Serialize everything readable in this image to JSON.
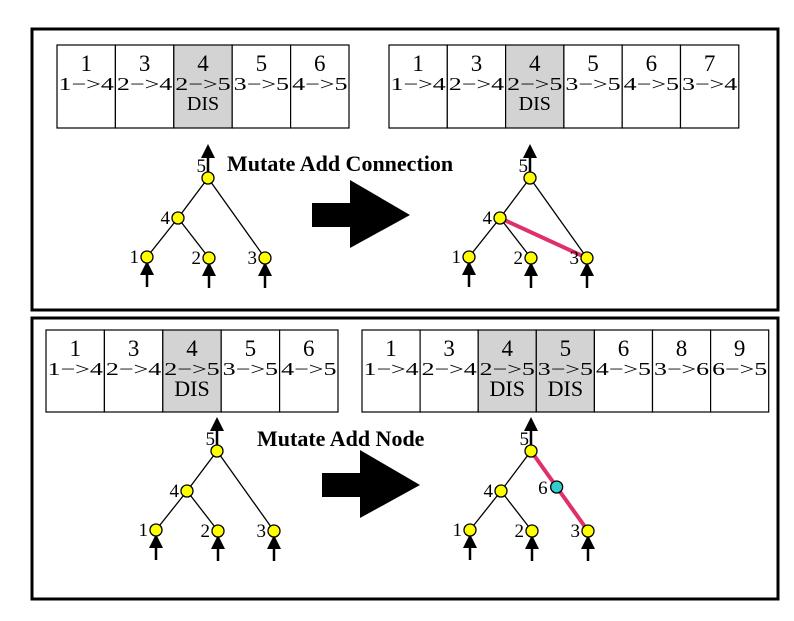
{
  "panels": [
    {
      "title": "Mutate Add Connection",
      "before_genes": [
        {
          "innov": "1",
          "conn": "1−>4",
          "disabled": false
        },
        {
          "innov": "3",
          "conn": "2−>4",
          "disabled": false
        },
        {
          "innov": "4",
          "conn": "2−>5",
          "disabled": true,
          "dis_label": "DIS"
        },
        {
          "innov": "5",
          "conn": "3−>5",
          "disabled": false
        },
        {
          "innov": "6",
          "conn": "4−>5",
          "disabled": false
        }
      ],
      "after_genes": [
        {
          "innov": "1",
          "conn": "1−>4",
          "disabled": false
        },
        {
          "innov": "3",
          "conn": "2−>4",
          "disabled": false
        },
        {
          "innov": "4",
          "conn": "2−>5",
          "disabled": true,
          "dis_label": "DIS"
        },
        {
          "innov": "5",
          "conn": "3−>5",
          "disabled": false
        },
        {
          "innov": "6",
          "conn": "4−>5",
          "disabled": false
        },
        {
          "innov": "7",
          "conn": "3−>4",
          "disabled": false
        }
      ],
      "node_labels": {
        "n1": "1",
        "n2": "2",
        "n3": "3",
        "n4": "4",
        "n5": "5"
      }
    },
    {
      "title": "Mutate Add Node",
      "before_genes": [
        {
          "innov": "1",
          "conn": "1−>4",
          "disabled": false
        },
        {
          "innov": "3",
          "conn": "2−>4",
          "disabled": false
        },
        {
          "innov": "4",
          "conn": "2−>5",
          "disabled": true,
          "dis_label": "DIS"
        },
        {
          "innov": "5",
          "conn": "3−>5",
          "disabled": false
        },
        {
          "innov": "6",
          "conn": "4−>5",
          "disabled": false
        }
      ],
      "after_genes": [
        {
          "innov": "1",
          "conn": "1−>4",
          "disabled": false
        },
        {
          "innov": "3",
          "conn": "2−>4",
          "disabled": false
        },
        {
          "innov": "4",
          "conn": "2−>5",
          "disabled": true,
          "dis_label": "DIS"
        },
        {
          "innov": "5",
          "conn": "3−>5",
          "disabled": true,
          "dis_label": "DIS"
        },
        {
          "innov": "6",
          "conn": "4−>5",
          "disabled": false
        },
        {
          "innov": "8",
          "conn": "3−>6",
          "disabled": false
        },
        {
          "innov": "9",
          "conn": "6−>5",
          "disabled": false
        }
      ],
      "node_labels": {
        "n1": "1",
        "n2": "2",
        "n3": "3",
        "n4": "4",
        "n5": "5",
        "n6": "6"
      }
    }
  ],
  "colors": {
    "node_fill": "#ffff00",
    "new_node_fill": "#33cccc",
    "new_edge": "#e0306a",
    "disabled_gene": "#d3d3d3",
    "line": "#000000"
  }
}
